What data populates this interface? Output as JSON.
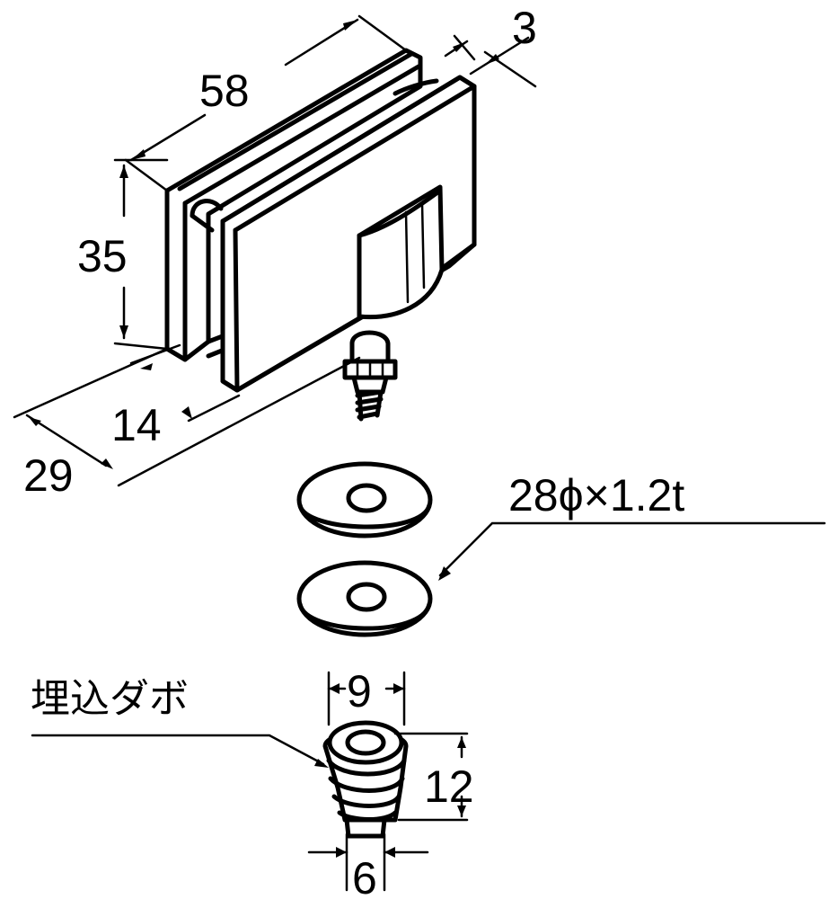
{
  "dimensions": {
    "width": "58",
    "height": "35",
    "thickness": "3",
    "depth_total": "29",
    "depth_inner": "14",
    "dowel_diameter": "9",
    "dowel_length": "12",
    "dowel_tip": "6"
  },
  "washer_spec": "28ϕ×1.2t",
  "dowel_label": "埋込ダボ"
}
